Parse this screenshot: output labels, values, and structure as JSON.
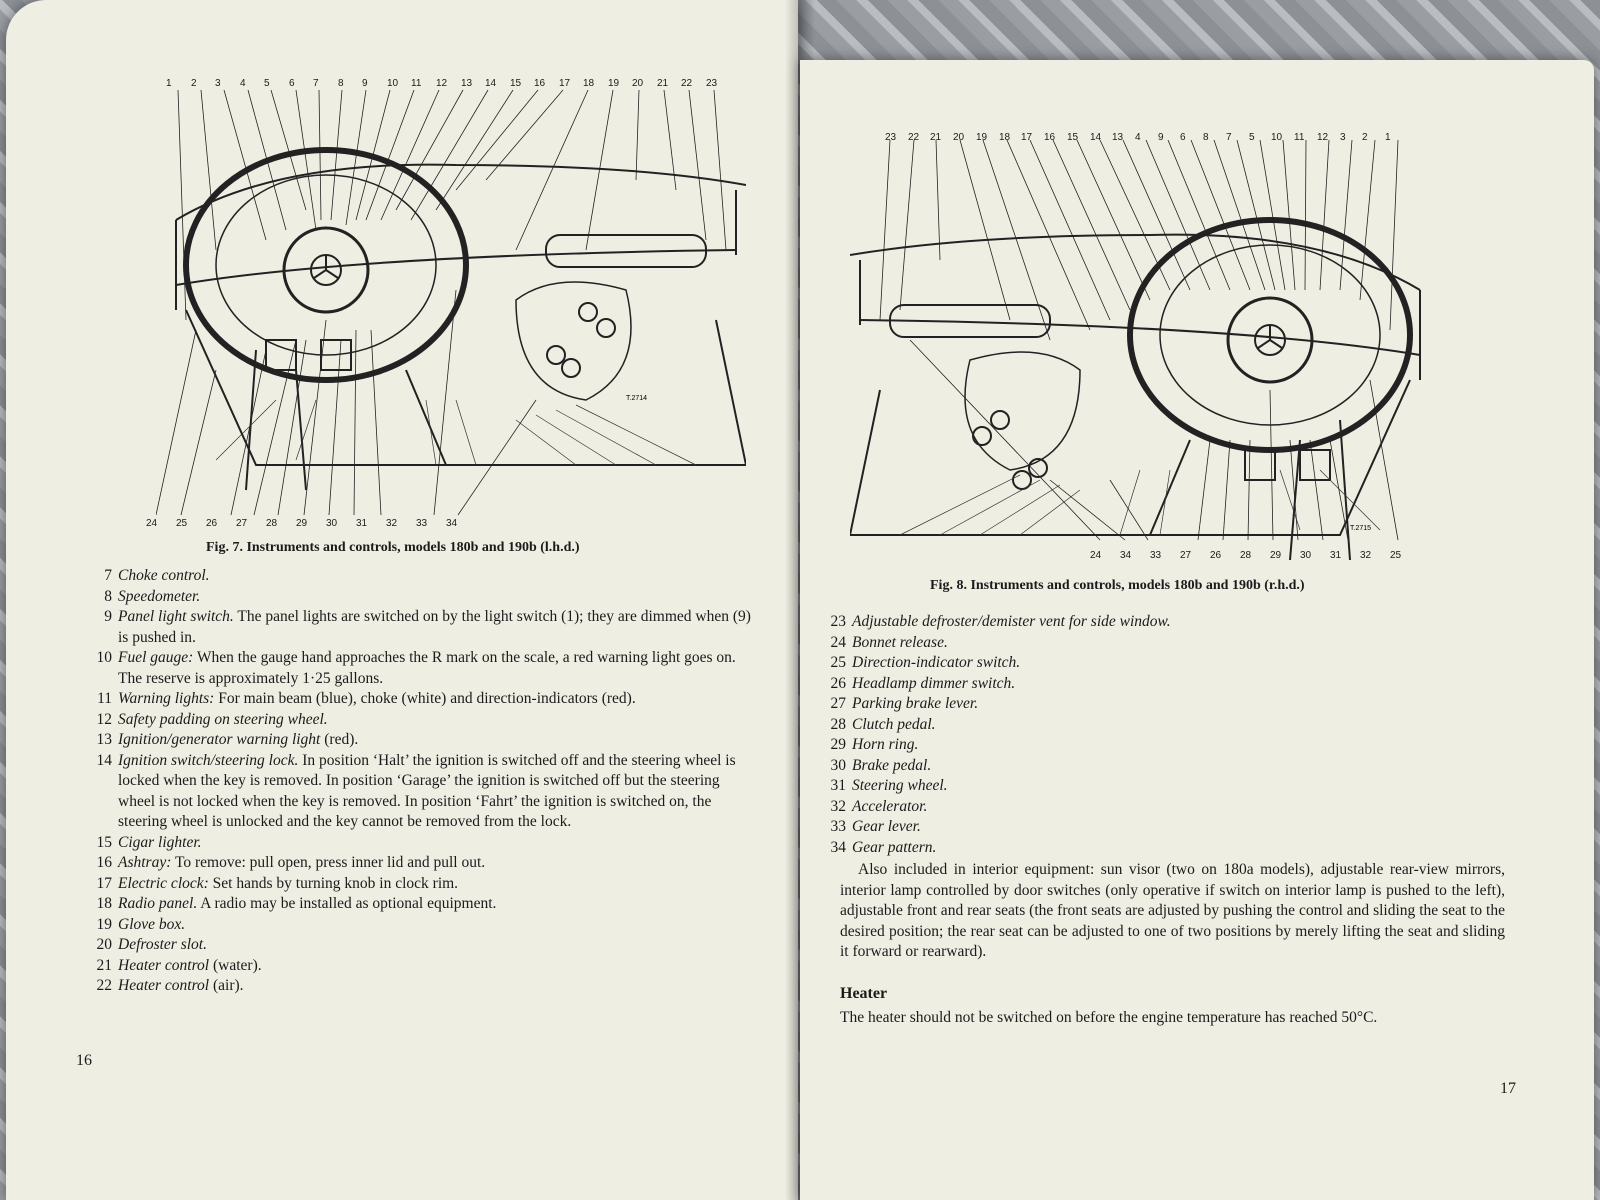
{
  "left_page": {
    "figure_callouts_top": [
      "1",
      "2",
      "3",
      "4",
      "5",
      "6",
      "7",
      "8",
      "9",
      "10",
      "11",
      "12",
      "13",
      "14",
      "15",
      "16",
      "17",
      "18",
      "19",
      "20",
      "21",
      "22",
      "23"
    ],
    "figure_callouts_bottom": [
      "24",
      "25",
      "26",
      "27",
      "28",
      "29",
      "30",
      "31",
      "32",
      "33",
      "34"
    ],
    "figure_code": "T.2714",
    "figure_caption": "Fig. 7. Instruments and controls, models 180b and 190b (l.h.d.)",
    "items": [
      {
        "num": "7",
        "term": "Choke control.",
        "text": ""
      },
      {
        "num": "8",
        "term": "Speedometer.",
        "text": ""
      },
      {
        "num": "9",
        "term": "Panel light switch.",
        "text": " The panel lights are switched on by the light switch (1); they are dimmed when (9) is pushed in."
      },
      {
        "num": "10",
        "term": "Fuel gauge:",
        "text": " When the gauge hand approaches the R mark on the scale, a red warning light goes on. The reserve is approximately 1·25 gallons."
      },
      {
        "num": "11",
        "term": "Warning lights:",
        "text": " For main beam (blue), choke (white) and direction-indicators (red)."
      },
      {
        "num": "12",
        "term": "Safety padding on steering wheel.",
        "text": ""
      },
      {
        "num": "13",
        "term": "Ignition/generator warning light",
        "text": " (red)."
      },
      {
        "num": "14",
        "term": "Ignition switch/steering lock.",
        "text": " In position ‘Halt’ the ignition is switched off and the steering wheel is locked when the key is removed. In position ‘Garage’ the ignition is switched off but the steering wheel is not locked when the key is removed. In position ‘Fahrt’ the ignition is switched on, the steering wheel is unlocked and the key cannot be removed from the lock."
      },
      {
        "num": "15",
        "term": "Cigar lighter.",
        "text": ""
      },
      {
        "num": "16",
        "term": "Ashtray:",
        "text": " To remove: pull open, press inner lid and pull out."
      },
      {
        "num": "17",
        "term": "Electric clock:",
        "text": " Set hands by turning knob in clock rim."
      },
      {
        "num": "18",
        "term": "Radio panel.",
        "text": " A radio may be installed as optional equipment."
      },
      {
        "num": "19",
        "term": "Glove box.",
        "text": ""
      },
      {
        "num": "20",
        "term": "Defroster slot.",
        "text": ""
      },
      {
        "num": "21",
        "term": "Heater control",
        "text": " (water)."
      },
      {
        "num": "22",
        "term": "Heater control",
        "text": " (air)."
      }
    ],
    "page_number": "16"
  },
  "right_page": {
    "figure_callouts_top": [
      "23",
      "22",
      "21",
      "20",
      "19",
      "18",
      "17",
      "16",
      "15",
      "14",
      "13",
      "4",
      "9",
      "6",
      "8",
      "7",
      "5",
      "10",
      "11",
      "12",
      "3",
      "2",
      "1"
    ],
    "figure_callouts_bottom": [
      "24",
      "34",
      "33",
      "27",
      "26",
      "28",
      "29",
      "30",
      "31",
      "32",
      "25"
    ],
    "figure_code": "T.2715",
    "figure_caption": "Fig. 8. Instruments and controls, models 180b and 190b (r.h.d.)",
    "items": [
      {
        "num": "23",
        "term": "Adjustable defroster/demister vent for side window.",
        "text": ""
      },
      {
        "num": "24",
        "term": "Bonnet release.",
        "text": ""
      },
      {
        "num": "25",
        "term": "Direction-indicator switch.",
        "text": ""
      },
      {
        "num": "26",
        "term": "Headlamp dimmer switch.",
        "text": ""
      },
      {
        "num": "27",
        "term": "Parking brake lever.",
        "text": ""
      },
      {
        "num": "28",
        "term": "Clutch pedal.",
        "text": ""
      },
      {
        "num": "29",
        "term": "Horn ring.",
        "text": ""
      },
      {
        "num": "30",
        "term": "Brake pedal.",
        "text": ""
      },
      {
        "num": "31",
        "term": "Steering wheel.",
        "text": ""
      },
      {
        "num": "32",
        "term": "Accelerator.",
        "text": ""
      },
      {
        "num": "33",
        "term": "Gear lever.",
        "text": ""
      },
      {
        "num": "34",
        "term": "Gear pattern.",
        "text": ""
      }
    ],
    "paragraph": "Also included in interior equipment: sun visor (two on 180a models), adjustable rear-view mirrors, interior lamp controlled by door switches (only operative if switch on interior lamp is pushed to the left), adjustable front and rear seats (the front seats are adjusted by pushing the control and sliding the seat to the desired position; the rear seat can be adjusted to one of two positions by merely lifting the seat and sliding it forward or rearward).",
    "heading": "Heater",
    "heater_text": "The heater should not be switched on before the engine temperature has reached 50°C.",
    "page_number": "17"
  }
}
